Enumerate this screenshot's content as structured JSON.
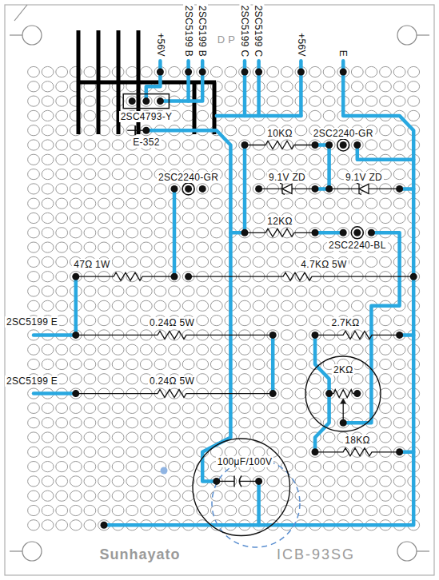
{
  "diagram": {
    "nodes": [
      {
        "text": [
          "2KΩ"
        ]
      },
      {
        "text": [
          "100μF/100V"
        ]
      }
    ],
    "labels": [
      "+56V",
      "2SC5199 B",
      "2SC5199 B",
      "D P",
      "2SC5199 C",
      "2SC5199 C",
      "+56V",
      "E",
      "2SC4793-Y",
      "E-352",
      "10KΩ",
      "2SC2240-GR",
      "2SC2240-GR",
      "9.1V ZD",
      "9.1V ZD",
      "12KΩ",
      "2SC2240-BL",
      "47Ω 1W",
      "4.7KΩ 5W",
      "2SC5199 E",
      "0.24Ω 5W",
      "2.7KΩ",
      "2SC5199 E",
      "0.24Ω 5W",
      "18KΩ",
      "Sunhayato",
      "ICB-93SG"
    ]
  }
}
